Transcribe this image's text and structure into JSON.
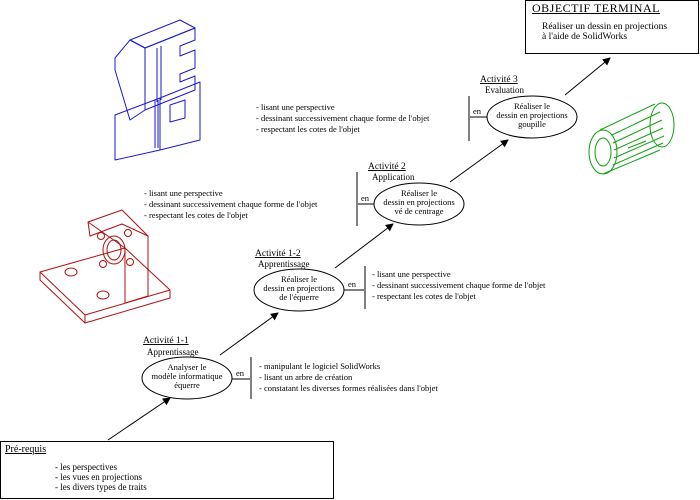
{
  "objective": {
    "title": "OBJECTIF TERMINAL",
    "lines": [
      "Réaliser un dessin en projections",
      "à l'aide de SolidWorks"
    ]
  },
  "prerequisites": {
    "title": "Pré-requis",
    "items": [
      "- les perspectives",
      "- les vues en projections",
      "- les divers types de traits"
    ]
  },
  "activities": [
    {
      "activity": "Activité 1-1",
      "phase": "Apprentissage",
      "task": [
        "Analyser le",
        "modèle informatique",
        "équerre"
      ],
      "connector": "en",
      "methods": [
        "- manipulant le logiciel SolidWorks",
        "- lisant un arbre de création",
        "- constatant les diverses formes réalisées dans l'objet"
      ]
    },
    {
      "activity": "Activité 1-2",
      "phase": "Apprentissage",
      "task": [
        "Réaliser le",
        "dessin en projections",
        "de l'équerre"
      ],
      "connector": "en",
      "methods": [
        "- lisant une perspective",
        "- dessinant successivement chaque forme de l'objet",
        "- respectant les cotes de l'objet"
      ]
    },
    {
      "activity": "Activité 2",
      "phase": "Application",
      "task": [
        "Réaliser le",
        "dessin en projections",
        "vé de centrage"
      ],
      "connector": "en",
      "methods": [
        "- lisant une perspective",
        "- dessinant successivement chaque forme de l'objet",
        "- respectant les cotes de l'objet"
      ]
    },
    {
      "activity": "Activité 3",
      "phase": "Evaluation",
      "task": [
        "Réaliser le",
        "dessin en projections",
        "goupille"
      ],
      "connector": "en",
      "methods": [
        "- lisant une perspective",
        "- dessinant successivement chaque forme de l'objet",
        "- respectant les cotes de l'objet"
      ]
    }
  ],
  "colors": {
    "line": "#000000",
    "vblock": "#1a1ad0",
    "bracket": "#b01010",
    "pin": "#10a010"
  }
}
